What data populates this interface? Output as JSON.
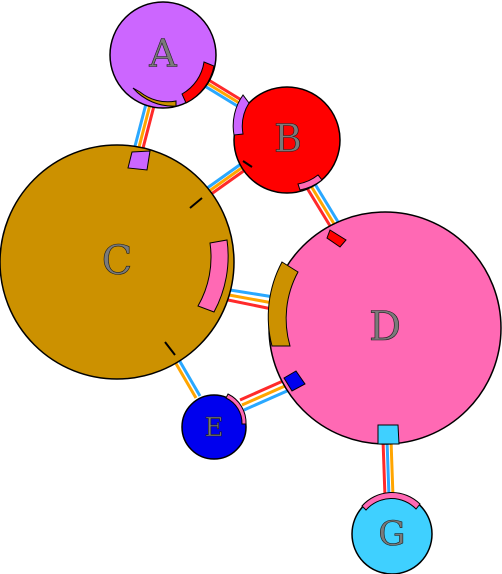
{
  "nodes": [
    {
      "id": "A",
      "label": "A",
      "color": "#cc66ff"
    },
    {
      "id": "B",
      "label": "B",
      "color": "#ff0000"
    },
    {
      "id": "C",
      "label": "C",
      "color": "#cc9100"
    },
    {
      "id": "D",
      "label": "D",
      "color": "#ff69b4"
    },
    {
      "id": "E",
      "label": "E",
      "color": "#0000ee"
    },
    {
      "id": "G",
      "label": "G",
      "color": "#3fd0ff"
    }
  ],
  "edges": [
    {
      "from": "A",
      "to": "B",
      "colors": [
        "#ff2a2a",
        "#ffa500",
        "#2aa8ff"
      ]
    },
    {
      "from": "A",
      "to": "C",
      "colors": [
        "#ff2a2a",
        "#ffa500",
        "#2aa8ff"
      ]
    },
    {
      "from": "B",
      "to": "C",
      "colors": [
        "#ff2a2a",
        "#ffa500",
        "#2aa8ff"
      ]
    },
    {
      "from": "B",
      "to": "D",
      "colors": [
        "#ff2a2a",
        "#ffa500",
        "#2aa8ff"
      ]
    },
    {
      "from": "C",
      "to": "D",
      "colors": [
        "#ff2a2a",
        "#ffa500",
        "#2aa8ff"
      ]
    },
    {
      "from": "C",
      "to": "E",
      "colors": [
        "#ff2a2a",
        "#ffa500",
        "#2aa8ff"
      ]
    },
    {
      "from": "E",
      "to": "D",
      "colors": [
        "#ff2a2a",
        "#ffa500",
        "#2aa8ff"
      ]
    },
    {
      "from": "D",
      "to": "G",
      "colors": [
        "#ff2a2a",
        "#ffa500",
        "#2aa8ff"
      ]
    }
  ]
}
